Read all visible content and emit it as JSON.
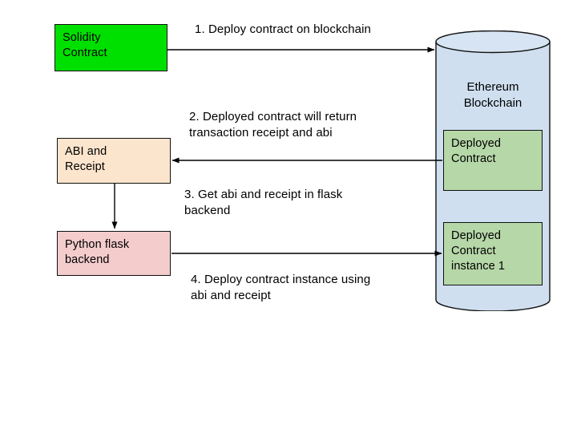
{
  "diagram": {
    "title_text": "",
    "background_color": "#ffffff",
    "nodes": {
      "solidity_contract": {
        "label": "Solidity\nContract",
        "fill": "#00e000"
      },
      "abi_receipt": {
        "label": "ABI and\nReceipt",
        "fill": "#fce5cd"
      },
      "flask_backend": {
        "label": "Python flask\nbackend",
        "fill": "#f4cccc"
      },
      "ethereum_blockchain": {
        "label": "Ethereum\nBlockchain",
        "fill": "#cfdff0"
      },
      "deployed_contract": {
        "label": "Deployed\nContract",
        "fill": "#b6d7a8"
      },
      "deployed_contract_instance": {
        "label": "Deployed\nContract\ninstance 1",
        "fill": "#b6d7a8"
      }
    },
    "steps": [
      {
        "id": 1,
        "text": "1. Deploy contract on blockchain"
      },
      {
        "id": 2,
        "text": "2. Deployed contract will return\ntransaction receipt and abi"
      },
      {
        "id": 3,
        "text": "3. Get abi and receipt in flask\nbackend"
      },
      {
        "id": 4,
        "text": "4. Deploy contract instance using\nabi and receipt"
      }
    ],
    "edge_color": "#000000"
  }
}
